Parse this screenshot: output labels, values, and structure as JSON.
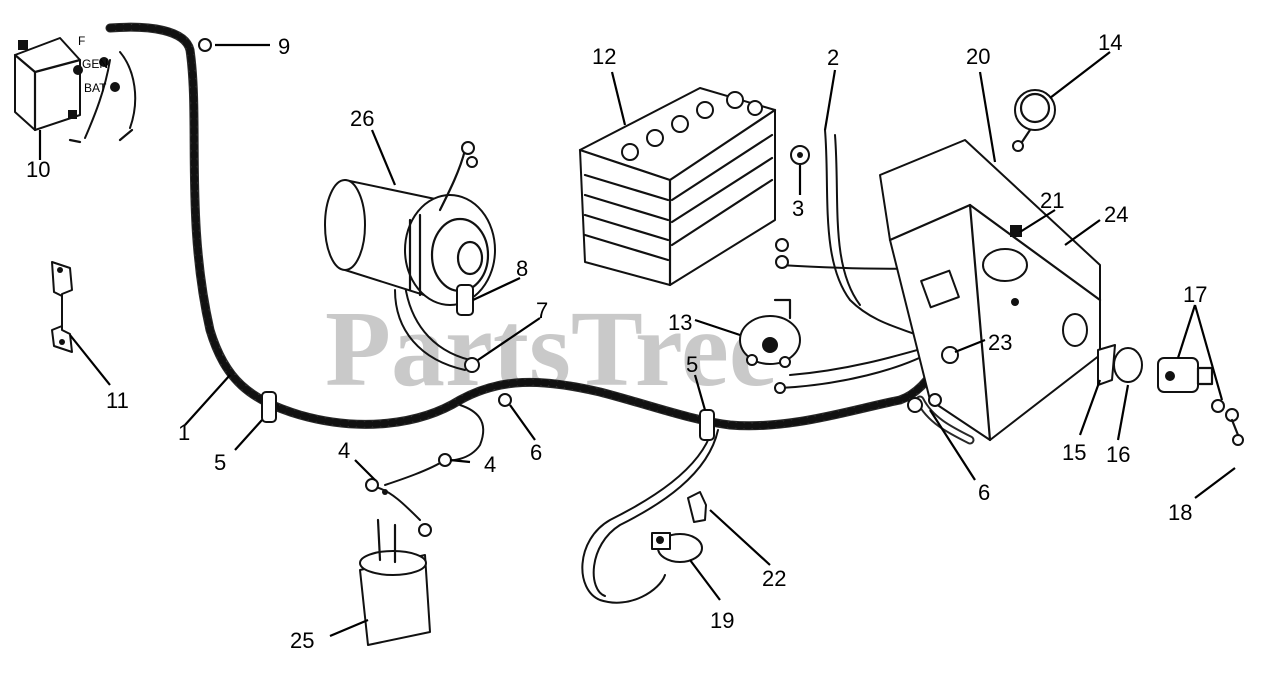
{
  "watermark": "PartsTree",
  "callouts": {
    "c1": "1",
    "c2": "2",
    "c3": "3",
    "c4a": "4",
    "c4b": "4",
    "c5a": "5",
    "c5b": "5",
    "c6a": "6",
    "c6b": "6",
    "c7": "7",
    "c8": "8",
    "c9": "9",
    "c10": "10",
    "c11": "11",
    "c12": "12",
    "c13": "13",
    "c14": "14",
    "c15": "15",
    "c16": "16",
    "c17": "17",
    "c18": "18",
    "c19": "19",
    "c20": "20",
    "c21": "21",
    "c22": "22",
    "c23": "23",
    "c24": "24",
    "c25": "25",
    "c26": "26"
  },
  "regulator_terminals": {
    "f": "F",
    "gen": "GEN",
    "bat": "BAT"
  }
}
